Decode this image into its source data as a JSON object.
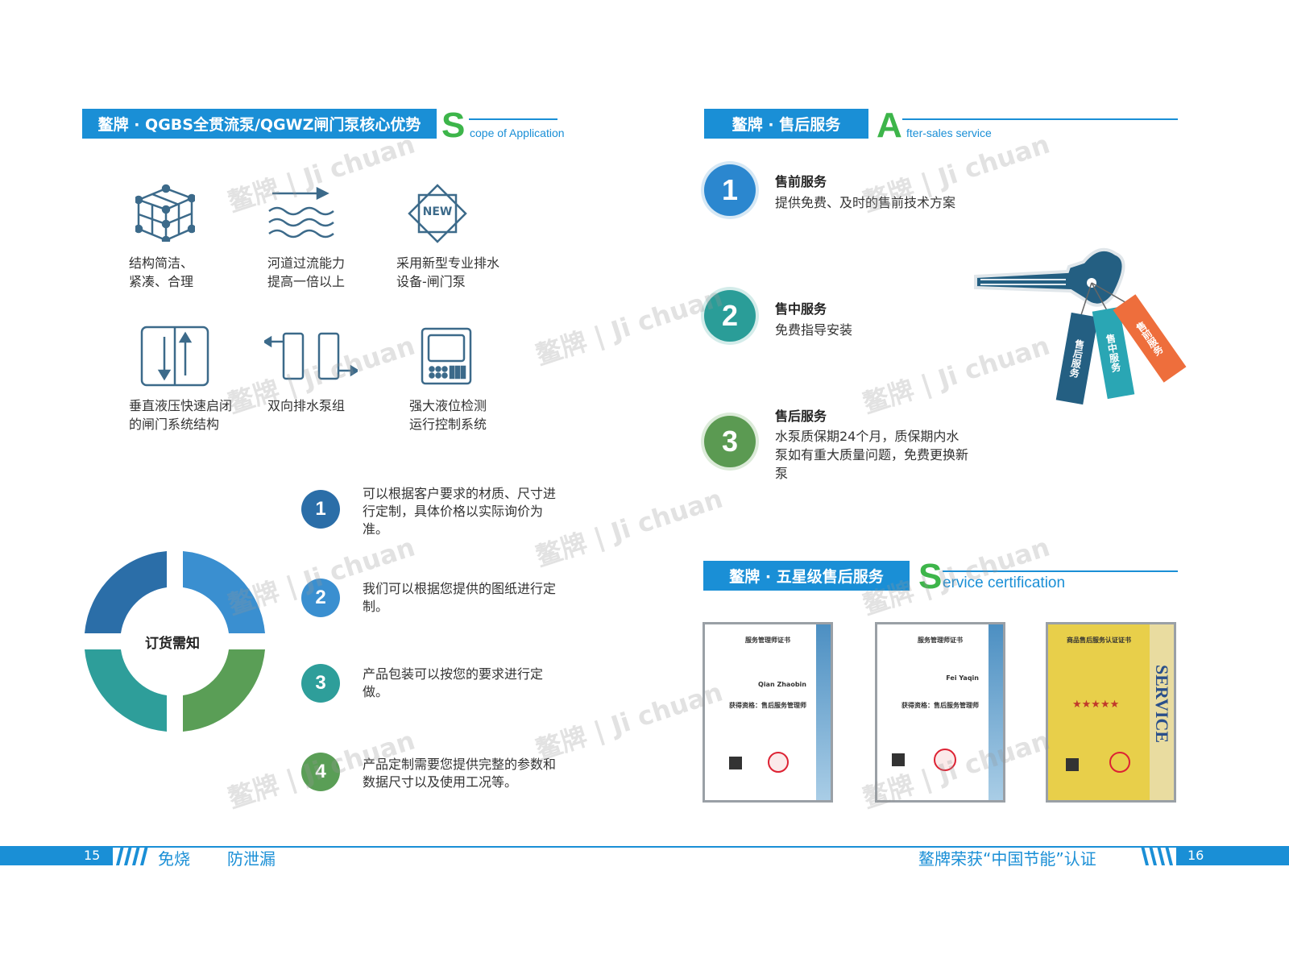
{
  "left": {
    "header": {
      "title": "鳌牌 · QGBS全贯流泵/QGWZ闸门泵核心优势",
      "letter": "S",
      "subtitle": "cope of Application"
    },
    "features": [
      {
        "icon": "cube-icon",
        "text": "结构简洁、\n紧凑、合理"
      },
      {
        "icon": "water-flow-icon",
        "text": "河道过流能力\n提高一倍以上"
      },
      {
        "icon": "new-badge-icon",
        "badge": "NEW",
        "text": "采用新型专业排水\n设备-闸门泵"
      },
      {
        "icon": "vertical-arrows-icon",
        "text": "垂直液压快速启闭\n的闸门系统结构"
      },
      {
        "icon": "bidirectional-pump-icon",
        "text": "双向排水泵组"
      },
      {
        "icon": "control-panel-icon",
        "text": "强大液位检测\n运行控制系统"
      }
    ],
    "order": {
      "center": "订货需知",
      "items": [
        {
          "n": "1",
          "text": "可以根据客户要求的材质、尺寸进行定制，具体价格以实际询价为准。",
          "color": "#2b6ea8"
        },
        {
          "n": "2",
          "text": "我们可以根据您提供的图纸进行定制。",
          "color": "#3a8fd0"
        },
        {
          "n": "3",
          "text": "产品包装可以按您的要求进行定做。",
          "color": "#2e9e9a"
        },
        {
          "n": "4",
          "text": "产品定制需要您提供完整的参数和数据尺寸以及使用工况等。",
          "color": "#5a9e56"
        }
      ]
    },
    "footer": {
      "page": "15",
      "t1": "免烧",
      "t2": "防泄漏"
    }
  },
  "right": {
    "header": {
      "title": "鳌牌 · 售后服务",
      "letter": "A",
      "subtitle": "fter-sales service"
    },
    "services": [
      {
        "n": "1",
        "title": "售前服务",
        "desc": "提供免费、及时的售前技术方案",
        "color": "#2b87cf"
      },
      {
        "n": "2",
        "title": "售中服务",
        "desc": "免费指导安装",
        "color": "#2a9d98"
      },
      {
        "n": "3",
        "title": "售后服务",
        "desc": "水泵质保期24个月，质保期内水泵如有重大质量问题，免费更换新泵",
        "color": "#5b9a52"
      }
    ],
    "key_tags": [
      "售后服务",
      "售中服务",
      "售前服务"
    ],
    "cert_header": {
      "title": "鳌牌 · 五星级售后服务",
      "letter": "S",
      "subtitle": "ervice certification"
    },
    "certificates": [
      {
        "title": "服务管理师证书",
        "qual": "获得资格：售后服务管理师",
        "name": "Qian Zhaobin"
      },
      {
        "title": "服务管理师证书",
        "qual": "获得资格：售后服务管理师",
        "name": "Fei Yaqin"
      },
      {
        "title": "商品售后服务认证证书",
        "side": "SERVICE",
        "stars": "★★★★★"
      }
    ],
    "footer": {
      "page": "16",
      "text": "鳌牌荣获“中国节能”认证"
    }
  },
  "watermark": "鳌牌 | Ji chuan"
}
